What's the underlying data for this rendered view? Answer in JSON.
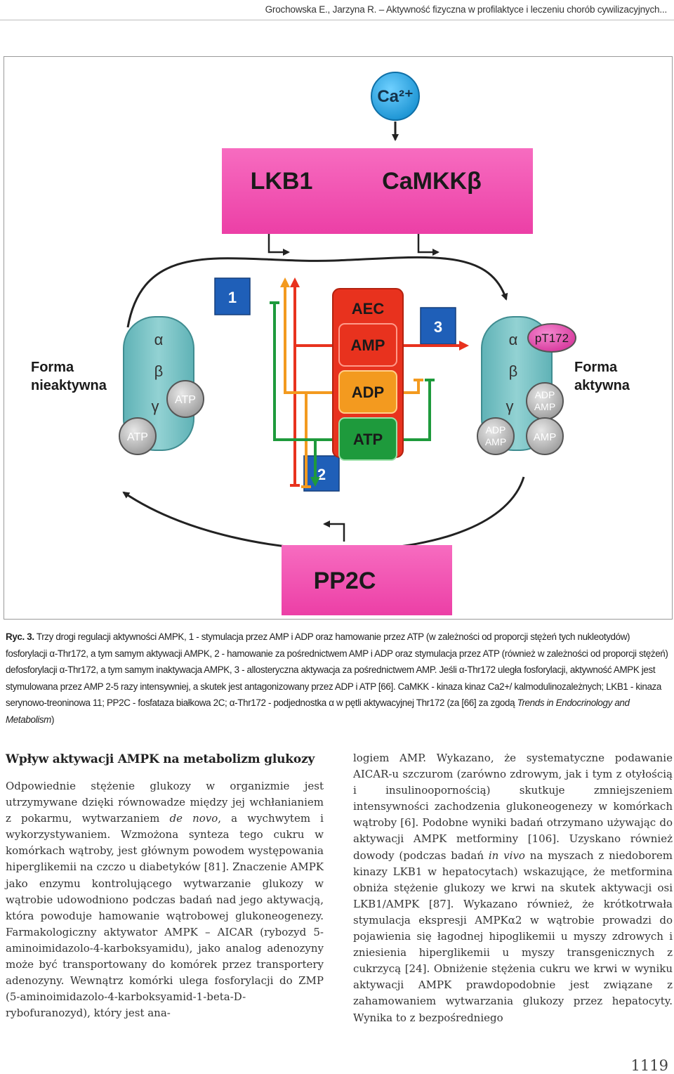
{
  "running_head": "Grochowska E., Jarzyna R. – Aktywność fizyczna w profilaktyce i leczeniu chorób cywilizacyjnych...",
  "figure": {
    "calcium": "Ca²⁺",
    "lkb1": "LKB1",
    "camkkb": "CaMKKβ",
    "pp2c": "PP2C",
    "num1": "1",
    "num2": "2",
    "num3": "3",
    "aec": "AEC",
    "amp": "AMP",
    "adp": "ADP",
    "atp": "ATP",
    "left": {
      "form_line1": "Forma",
      "form_line2": "nieaktywna",
      "alpha": "α",
      "beta": "β",
      "gamma": "γ",
      "ball_atp_1": "ATP",
      "ball_atp_2": "ATP"
    },
    "right": {
      "form_line1": "Forma",
      "form_line2": "aktywna",
      "alpha": "α",
      "beta": "β",
      "gamma": "γ",
      "pt172": "pT172",
      "ball_top_l1": "ADP",
      "ball_top_l2": "AMP",
      "ball_left_l1": "ADP",
      "ball_left_l2": "AMP",
      "ball_right": "AMP"
    },
    "colors": {
      "pink_box": "#f04fae",
      "blue_box": "#1f5fb8",
      "cyan_ball": "#2aa6e0",
      "red": "#e8321e",
      "orange": "#f39a1f",
      "green": "#1e9a3c",
      "teal_body": "#7fc6c8"
    }
  },
  "caption": {
    "label": "Ryc. 3.",
    "text": " Trzy drogi regulacji aktywności AMPK, 1 - stymulacja przez AMP i ADP oraz hamowanie przez ATP (w zależności od proporcji stężeń tych nukleotydów) fosforylacji α-Thr172, a tym samym aktywacji AMPK, 2 - hamowanie za pośrednictwem AMP i ADP oraz stymulacja przez ATP (również w zależności od proporcji stężeń) defosforylacji α-Thr172, a tym samym inaktywacja AMPK, 3 - allosteryczna aktywacja za pośrednictwem AMP. Jeśli α-Thr172 uległa fosforylacji, aktywność AMPK jest stymulowana przez AMP 2-5 razy intensywniej, a skutek jest antagonizowany przez ADP i ATP [66]. CaMKK - kinaza kinaz Ca2+/ kalmodulinozależnych; LKB1 - kinaza serynowo-treoninowa 11; PP2C - fosfataza białkowa 2C; α-Thr172 - podjednostka α w pętli aktywacyjnej Thr172 (za [66] za zgodą ",
    "journal": "Trends in Endocrinology and Metabolism",
    "end": ")"
  },
  "section_heading": "Wpływ aktywacji AMPK na metabolizm glukozy",
  "left_col": {
    "p1": "Odpowiednie stężenie glukozy w organizmie jest utrzymywane dzięki równowadze między jej wchłanianiem z pokarmu, wytwarzaniem ",
    "p1_italic": "de novo",
    "p2": ", a wychwytem i wykorzystywaniem. Wzmożona synteza tego cukru w komórkach wątroby, jest głównym powodem występowania hiperglikemii na czczo u diabetyków [81]. Znaczenie AMPK jako enzymu kontrolującego wytwarzanie glukozy w wątrobie udowodniono podczas badań nad jego aktywacją, która powoduje hamowanie wątrobowej glukoneogenezy. Farmakologiczny aktywator AMPK – AICAR (rybozyd 5-aminoimidazolo-4-karboksyamidu), jako analog adenozyny może być transportowany do komórek przez transportery adenozyny. Wewnątrz komórki ulega fosforylacji do ZMP (5-aminoimidazolo-4-karboksyamid-1-beta-D-rybofuranozyd), który jest ana-"
  },
  "right_col": {
    "p1": "logiem AMP. Wykazano, że systematyczne podawanie AICAR-u szczurom (zarówno zdrowym, jak i tym z otyłością i insulinoopornością) skutkuje zmniejszeniem intensywności zachodzenia glukoneogenezy w komórkach wątroby [6]. Podobne wyniki badań otrzymano używając do aktywacji AMPK metforminy [106]. Uzyskano również dowody (podczas badań ",
    "p1_italic": "in vivo",
    "p2": " na myszach z niedoborem kinazy LKB1 w hepatocytach) wskazujące, że metformina obniża stężenie glukozy we krwi na skutek aktywacji osi LKB1/AMPK [87]. Wykazano również, że krótkotrwała stymulacja ekspresji AMPKα2 w wątrobie prowadzi do pojawienia się łagodnej hipoglikemii u myszy zdrowych i zniesienia hiperglikemii u myszy transgenicznych z cukrzycą [24]. Obniżenie stężenia cukru we krwi w wyniku aktywacji AMPK prawdopodobnie jest związane z zahamowaniem wytwarzania glukozy przez hepatocyty. Wynika to z bezpośredniego"
  },
  "page_number": "1119"
}
